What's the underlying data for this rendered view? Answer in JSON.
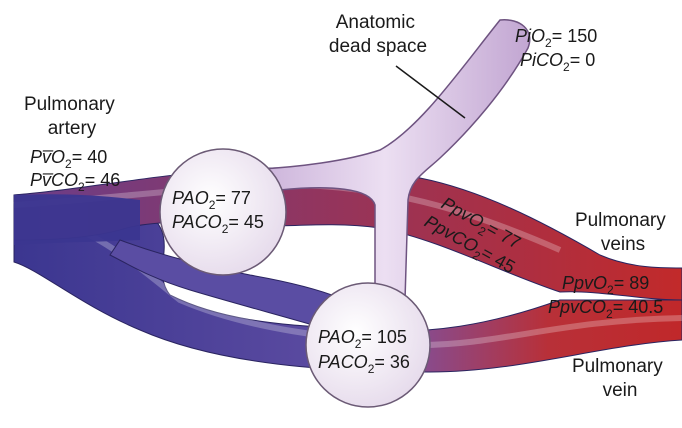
{
  "labels": {
    "pulmonary_artery": [
      "Pulmonary",
      "artery"
    ],
    "anatomic_dead_space": [
      "Anatomic",
      "dead space"
    ],
    "pulmonary_veins": [
      "Pulmonary",
      "veins"
    ],
    "pulmonary_vein": [
      "Pulmonary",
      "vein"
    ]
  },
  "values": {
    "inspired": {
      "po2": {
        "sym": "Pi",
        "gas": "O",
        "n": "2",
        "val": "= 150"
      },
      "pco2": {
        "sym": "Pi",
        "gas": "CO",
        "n": "2",
        "val": "= 0"
      }
    },
    "mixed_venous": {
      "po2": {
        "sym": "Pv̅",
        "gas": "O",
        "n": "2",
        "val": "= 40"
      },
      "pco2": {
        "sym": "Pv̅",
        "gas": "CO",
        "n": "2",
        "val": "= 46"
      }
    },
    "alveolus_upper": {
      "po2": {
        "sym": "PA",
        "gas": "O",
        "n": "2",
        "val": "= 77"
      },
      "pco2": {
        "sym": "PA",
        "gas": "CO",
        "n": "2",
        "val": "= 45"
      }
    },
    "alveolus_lower": {
      "po2": {
        "sym": "PA",
        "gas": "O",
        "n": "2",
        "val": "= 105"
      },
      "pco2": {
        "sym": "PA",
        "gas": "CO",
        "n": "2",
        "val": "= 36"
      }
    },
    "upper_vein": {
      "po2": {
        "sym": "Ppv",
        "gas": "O",
        "n": "2",
        "val": "= 77"
      },
      "pco2": {
        "sym": "Ppv",
        "gas": "CO",
        "n": "2",
        "val": "= 45"
      }
    },
    "mixed_vein": {
      "po2": {
        "sym": "Ppv",
        "gas": "O",
        "n": "2",
        "val": "= 89"
      },
      "pco2": {
        "sym": "Ppv",
        "gas": "CO",
        "n": "2",
        "val": "= 40.5"
      }
    }
  },
  "colors": {
    "venous_blood": "#3b3690",
    "mixed_blood": "#7a3f8a",
    "arterial_blood": "#c0282a",
    "airway": "#d9c4e3",
    "airway_outline": "#7d5e90",
    "alveolus_fill": "#f4eef6",
    "alveolus_outline": "#6b5a75"
  }
}
